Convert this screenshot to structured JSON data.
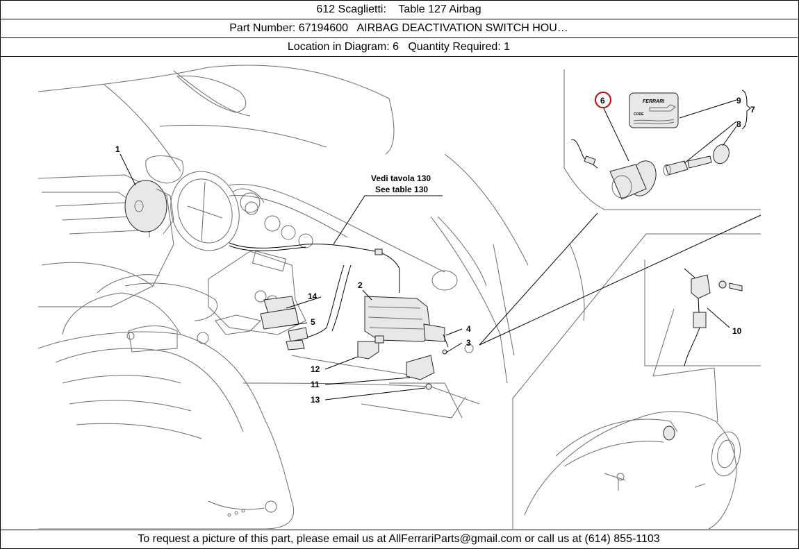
{
  "header": {
    "title": "612 Scaglietti:    Table 127 Airbag",
    "part_number_line": "Part Number: 67194600   AIRBAG DEACTIVATION SWITCH HOU…",
    "location_line": "Location in Diagram: 6   Quantity Required: 1"
  },
  "diagram": {
    "callouts": [
      "1",
      "2",
      "3",
      "4",
      "5",
      "6",
      "7",
      "8",
      "9",
      "10",
      "11",
      "12",
      "13",
      "14"
    ],
    "reference_it": "Vedi tavola 130",
    "reference_en": "See table 130",
    "highlighted_callout": "6",
    "highlight_color": "#cc0000",
    "key_card_brand": "FERRARI",
    "key_card_label": "CODE"
  },
  "footer": {
    "text": "To request a picture of this part, please email us at AllFerrariParts@gmail.com or call us at (614) 855-1103"
  }
}
